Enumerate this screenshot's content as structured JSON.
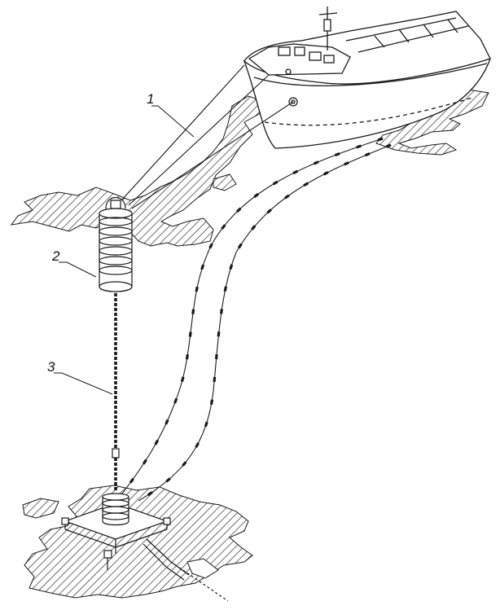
{
  "labels": {
    "item1": "1",
    "item2": "2",
    "item3": "3"
  },
  "colors": {
    "ink": "#1a1a1a",
    "hatch": "#333333",
    "paper": "#ffffff"
  }
}
